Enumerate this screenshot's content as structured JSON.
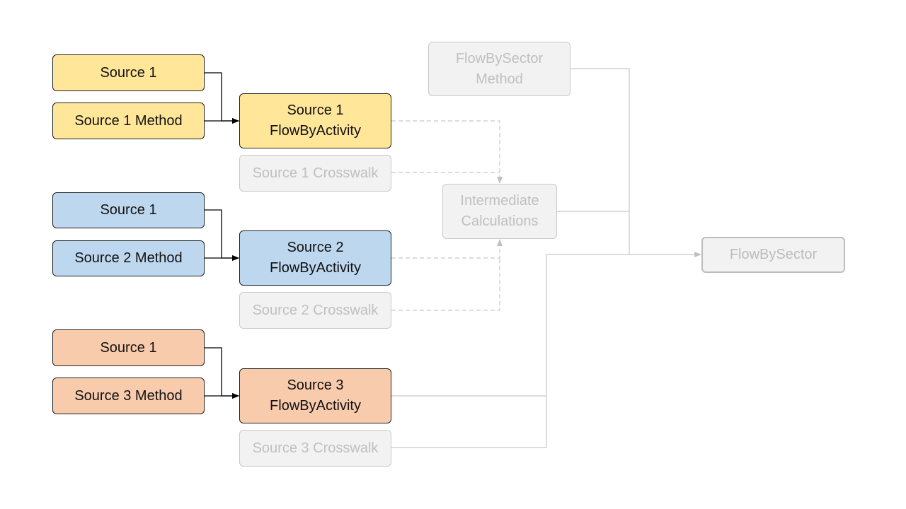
{
  "colors": {
    "source1": "#ffe699",
    "source2": "#bdd7ee",
    "source3": "#f8cbad",
    "faded_fill": "#f2f2f2",
    "faded_text": "#c0c0c0"
  },
  "group1": {
    "source": "Source 1",
    "method": "Source 1 Method",
    "fba": "Source 1\nFlowByActivity",
    "crosswalk": "Source 1 Crosswalk"
  },
  "group2": {
    "source": "Source 1",
    "method": "Source 2 Method",
    "fba": "Source 2\nFlowByActivity",
    "crosswalk": "Source 2 Crosswalk"
  },
  "group3": {
    "source": "Source 1",
    "method": "Source 3 Method",
    "fba": "Source 3\nFlowByActivity",
    "crosswalk": "Source 3 Crosswalk"
  },
  "fbs_method": "FlowBySector\nMethod",
  "intermediate": "Intermediate\nCalculations",
  "flowbysector": "FlowBySector"
}
